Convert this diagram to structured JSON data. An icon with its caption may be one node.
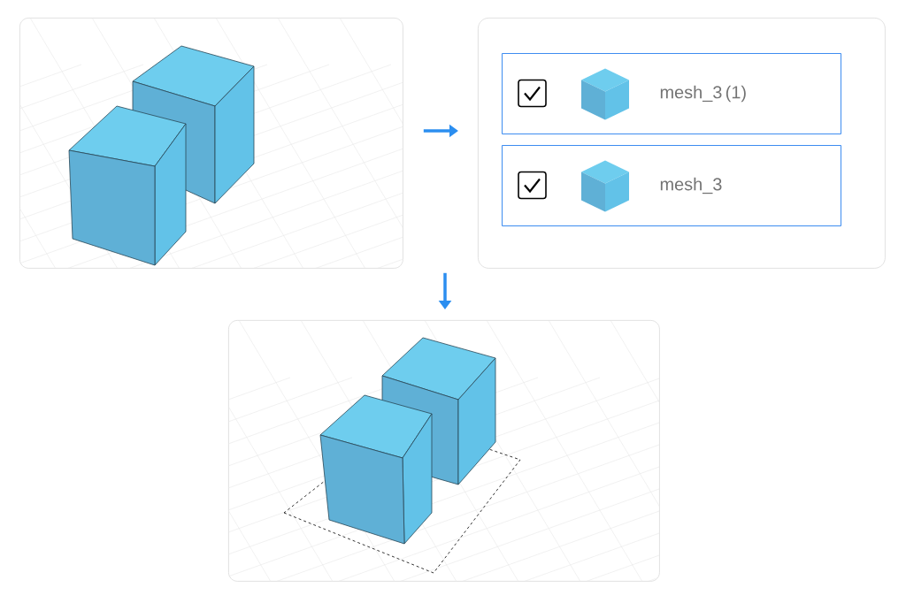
{
  "diagram": {
    "nodes": [
      {
        "text": [],
        "shape": "picture"
      },
      {
        "text": [],
        "shape": "box"
      },
      {
        "text": [
          "mesh_3 (1)"
        ],
        "in": 1
      },
      {
        "text": [
          "mesh_3"
        ],
        "in": 1
      },
      {
        "text": [],
        "shape": "picture"
      }
    ],
    "edges": [
      {
        "from": 0,
        "to": 1,
        "arrow": "to"
      },
      {
        "from": 1,
        "to": 4,
        "arrow": "to"
      }
    ]
  }
}
